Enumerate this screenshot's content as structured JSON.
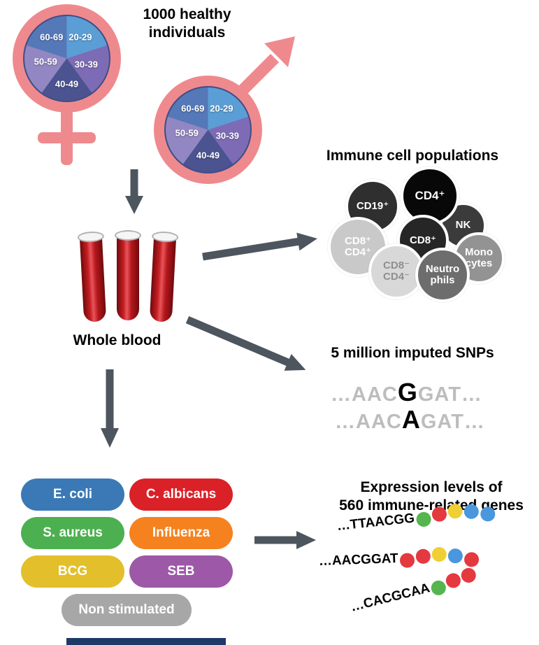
{
  "cohort": {
    "title": "1000 healthy\nindividuals"
  },
  "demographics": {
    "symbol_color": "#ee8a8e",
    "segments": [
      {
        "label": "20-29",
        "color": "#5b9ed6"
      },
      {
        "label": "30-39",
        "color": "#7d6cb5"
      },
      {
        "label": "40-49",
        "color": "#4b5390"
      },
      {
        "label": "50-59",
        "color": "#9287c2"
      },
      {
        "label": "60-69",
        "color": "#5578b8"
      }
    ]
  },
  "blood": {
    "label": "Whole blood"
  },
  "immune": {
    "title": "Immune cell populations",
    "cells": [
      {
        "label": "CD19⁺",
        "color": "#2f2f2f",
        "text_color": "#ffffff"
      },
      {
        "label": "NK",
        "color": "#3b3b3b",
        "text_color": "#ffffff"
      },
      {
        "label": "CD4⁺",
        "color": "#080808",
        "text_color": "#ffffff"
      },
      {
        "label": "CD8⁺\nCD4⁺",
        "color": "#c9c9c9",
        "text_color": "#ffffff"
      },
      {
        "label": "CD8⁺",
        "color": "#262626",
        "text_color": "#ffffff"
      },
      {
        "label": "Mono\ncytes",
        "color": "#939393",
        "text_color": "#ffffff"
      },
      {
        "label": "CD8⁻\nCD4⁻",
        "color": "#d8d8d8",
        "text_color": "#8f8f8f"
      },
      {
        "label": "Neutro\nphils",
        "color": "#6d6d6d",
        "text_color": "#ffffff"
      }
    ]
  },
  "snps": {
    "title": "5 million imputed SNPs",
    "lines": [
      {
        "prefix": "…AAC",
        "variant": "G",
        "suffix": "GAT…"
      },
      {
        "prefix": "…AAC",
        "variant": "A",
        "suffix": "GAT…"
      }
    ]
  },
  "stims": {
    "items": [
      {
        "label": "E. coli",
        "color": "#3a79b5"
      },
      {
        "label": "C. albicans",
        "color": "#da2128"
      },
      {
        "label": "S. aureus",
        "color": "#4cb051"
      },
      {
        "label": "Influenza",
        "color": "#f5821f"
      },
      {
        "label": "BCG",
        "color": "#e3bf2c"
      },
      {
        "label": "SEB",
        "color": "#9d58a7"
      },
      {
        "label": "Non stimulated",
        "color": "#a7a7a7"
      }
    ]
  },
  "expression": {
    "title": "Expression levels of\n560 immune-related genes",
    "sequences": [
      {
        "text": "…TTAACGG",
        "beads": [
          "#56b54f",
          "#e4393f",
          "#f0cf35",
          "#4a97dd",
          "#4a97dd"
        ]
      },
      {
        "text": "…AACGGAT",
        "beads": [
          "#e4393f",
          "#e4393f",
          "#f0cf35",
          "#4a97dd",
          "#e4393f"
        ]
      },
      {
        "text": "…CACGCAA",
        "beads": [
          "#56b54f",
          "#e4393f",
          "#e4393f"
        ]
      }
    ]
  },
  "arrow_color": "#4d555e"
}
